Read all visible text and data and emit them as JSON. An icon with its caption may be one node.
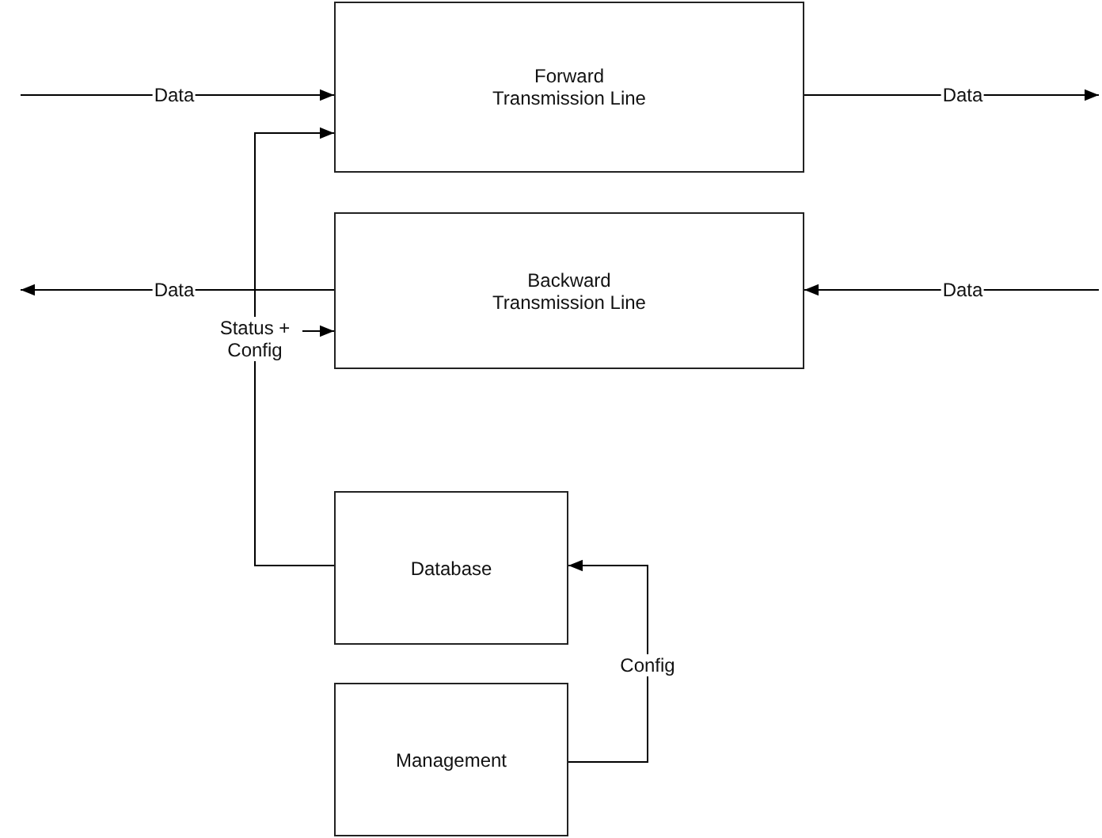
{
  "diagram": {
    "nodes": [
      {
        "text": [
          "Forward Transmission Line"
        ]
      },
      {
        "text": [
          "Backward Transmission Line"
        ]
      },
      {
        "text": [
          "Database"
        ]
      },
      {
        "text": [
          "Management"
        ]
      }
    ],
    "edges": [
      {
        "from": null,
        "to": 0,
        "arrow": "to",
        "label": "Data"
      },
      {
        "from": 0,
        "to": null,
        "arrow": "to",
        "label": "Data"
      },
      {
        "from": 1,
        "to": null,
        "arrow": "to",
        "label": "Data"
      },
      {
        "from": null,
        "to": 1,
        "arrow": "to",
        "label": "Data"
      },
      {
        "from": 2,
        "to": 0,
        "arrow": "to",
        "label": "Status + Config"
      },
      {
        "from": 2,
        "to": 1,
        "arrow": "to"
      },
      {
        "from": 3,
        "to": 2,
        "arrow": "to",
        "label": "Config"
      }
    ]
  }
}
